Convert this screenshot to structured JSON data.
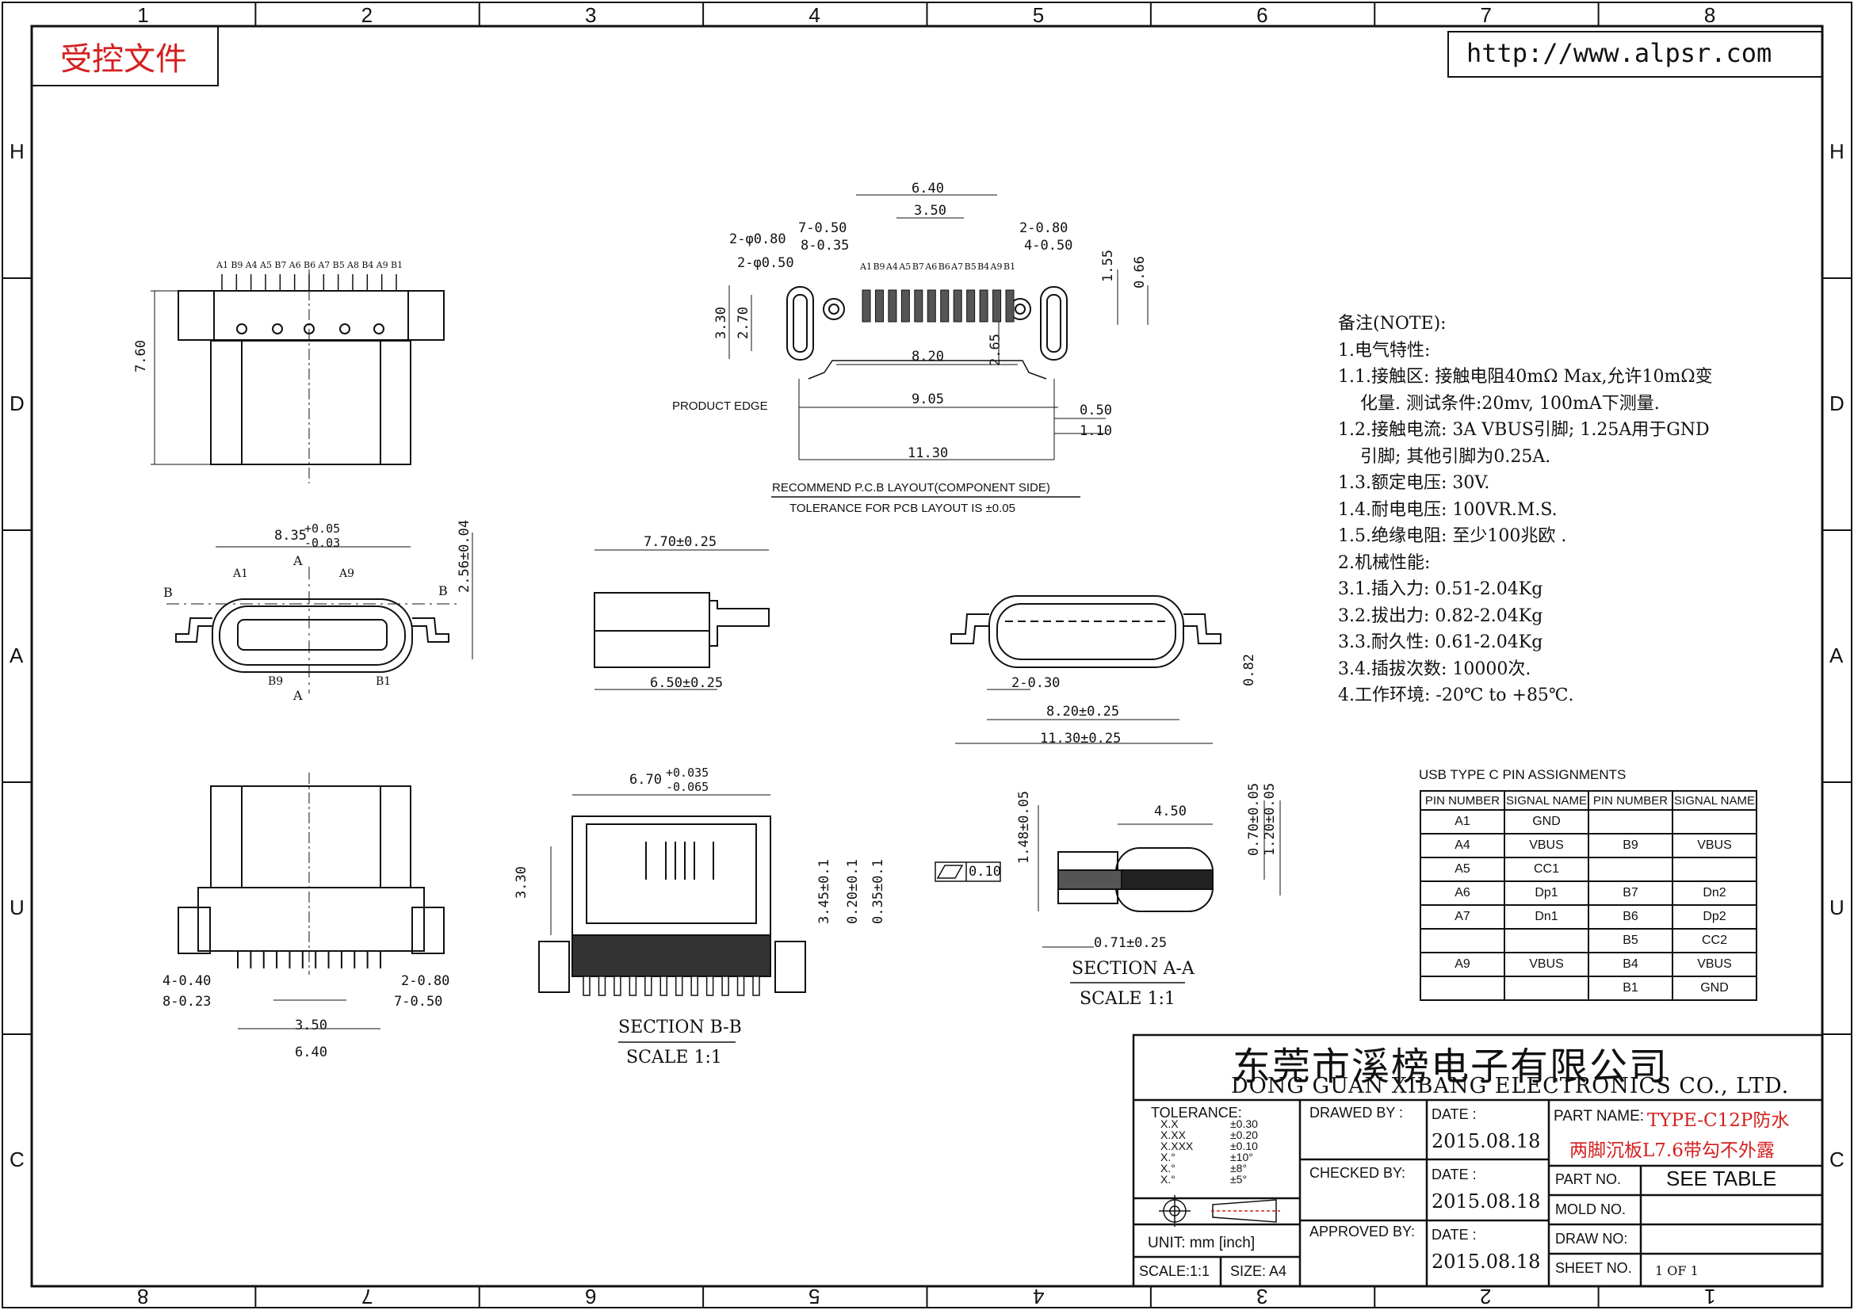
{
  "stamp": {
    "label": "受控文件"
  },
  "website": {
    "url": "http://www.alpsr.com"
  },
  "zones": {
    "top": [
      "1",
      "2",
      "3",
      "4",
      "5",
      "6",
      "7",
      "8"
    ],
    "bottom": [
      "8",
      "7",
      "6",
      "5",
      "4",
      "3",
      "2",
      "1"
    ],
    "left": [
      "H",
      "D",
      "A",
      "U",
      "C"
    ],
    "right": [
      "H",
      "D",
      "A",
      "U",
      "C"
    ]
  },
  "views": {
    "front_top": {
      "height": "7.60",
      "pins": [
        "A1",
        "B9",
        "A4",
        "A5",
        "B7",
        "A6",
        "B6",
        "A7",
        "B5",
        "A8",
        "B4",
        "A9",
        "B1"
      ]
    },
    "pcb": {
      "pins": [
        "A1",
        "B9",
        "A4",
        "A5",
        "B7",
        "A6",
        "B6",
        "A7",
        "B5",
        "B4",
        "A9",
        "B1"
      ],
      "dims": [
        "6.40",
        "3.50",
        "7-0.50",
        "8-0.35",
        "2-φ0.80",
        "2-φ0.50",
        "2-0.80",
        "4-0.50",
        "1.55",
        "0.66",
        "3.30",
        "2.70",
        "8.20",
        "2.65",
        "9.05",
        "0.50",
        "1.10",
        "11.30"
      ],
      "product_edge": "PRODUCT EDGE",
      "caption1": "RECOMMEND P.C.B LAYOUT(COMPONENT SIDE)",
      "caption2": "TOLERANCE FOR PCB LAYOUT IS ±0.05"
    },
    "front": {
      "width": "8.35",
      "tol_plus": "+0.05",
      "tol_minus": "-0.03",
      "height": "2.56±0.04",
      "labels": [
        "A1",
        "A9",
        "B9",
        "B1",
        "A",
        "A",
        "B",
        "B"
      ]
    },
    "side": {
      "top": "7.70±0.25",
      "bottom": "6.50±0.25"
    },
    "end": {
      "d1": "2-0.30",
      "d2": "8.20±0.25",
      "d3": "11.30±0.25",
      "d4": "0.82"
    },
    "bottom_view": {
      "dims": [
        "4-0.40",
        "8-0.23",
        "2-0.80",
        "7-0.50",
        "3.50",
        "6.40"
      ]
    },
    "section_bb": {
      "width": "6.70",
      "tol_plus": "+0.035",
      "tol_minus": "-0.065",
      "h1": "3.30",
      "h2": "3.45±0.1",
      "h3": "0.20±0.1",
      "h4": "0.35±0.1",
      "title": "SECTION B-B",
      "scale": "SCALE 1:1"
    },
    "section_aa": {
      "d1": "4.50",
      "d2": "1.48±0.05",
      "d3": "0.70±0.05",
      "d4": "1.20±0.05",
      "d5": "0.71±0.25",
      "flatness": "0.10",
      "title": "SECTION A-A",
      "scale": "SCALE 1:1"
    }
  },
  "notes": [
    "备注(NOTE):",
    "1.电气特性:",
    "1.1.接触区: 接触电阻40mΩ Max,允许10mΩ变",
    "    化量. 测试条件:20mv, 100mA下测量.",
    "1.2.接触电流: 3A VBUS引脚; 1.25A用于GND",
    "    引脚; 其他引脚为0.25A.",
    "1.3.额定电压: 30V.",
    "1.4.耐电电压: 100VR.M.S.",
    "1.5.绝缘电阻: 至少100兆欧 .",
    "2.机械性能:",
    "3.1.插入力: 0.51-2.04Kg",
    "3.2.拔出力: 0.82-2.04Kg",
    "3.3.耐久性: 0.61-2.04Kg",
    "3.4.插拔次数: 10000次.",
    "4.工作环境: -20℃ to +85℃."
  ],
  "pin_table": {
    "title": "USB TYPE C PIN ASSIGNMENTS",
    "headers": [
      "PIN NUMBER",
      "SIGNAL NAME",
      "PIN NUMBER",
      "SIGNAL NAME"
    ],
    "rows": [
      [
        "A1",
        "GND",
        "",
        ""
      ],
      [
        "A4",
        "VBUS",
        "B9",
        "VBUS"
      ],
      [
        "A5",
        "CC1",
        "",
        ""
      ],
      [
        "A6",
        "Dp1",
        "B7",
        "Dn2"
      ],
      [
        "A7",
        "Dn1",
        "B6",
        "Dp2"
      ],
      [
        "",
        "",
        "B5",
        "CC2"
      ],
      [
        "A9",
        "VBUS",
        "B4",
        "VBUS"
      ],
      [
        "",
        "",
        "B1",
        "GND"
      ]
    ]
  },
  "title_block": {
    "company_cn": "东莞市溪榜电子有限公司",
    "company_en": "DONG GUAN XIBANG ELECTRONICS CO., LTD.",
    "tolerance_label": "TOLERANCE:",
    "tolerance_keys": [
      "X.X",
      "X.XX",
      "X.XXX",
      "X.°",
      "X.°",
      "X.°"
    ],
    "tolerance_vals": [
      "±0.30",
      "±0.20",
      "±0.10",
      "±10°",
      "±8°",
      "±5°"
    ],
    "unit": "UNIT:  mm  [inch]",
    "scale": "SCALE:1:1",
    "size": "SIZE:  A4",
    "drawed_by": "DRAWED BY :",
    "checked_by": "CHECKED BY:",
    "approved_by": "APPROVED BY:",
    "date_label": "DATE :",
    "date": "2015.08.18",
    "part_name_label": "PART NAME:",
    "part_name_1": "TYPE-C12P防水",
    "part_name_2": "两脚沉板L7.6带勾不外露",
    "part_no_label": "PART NO.",
    "part_no": "SEE TABLE",
    "mold_no_label": "MOLD NO.",
    "draw_no_label": "DRAW NO:",
    "sheet_no_label": "SHEET NO.",
    "sheet": "1 OF 1"
  }
}
